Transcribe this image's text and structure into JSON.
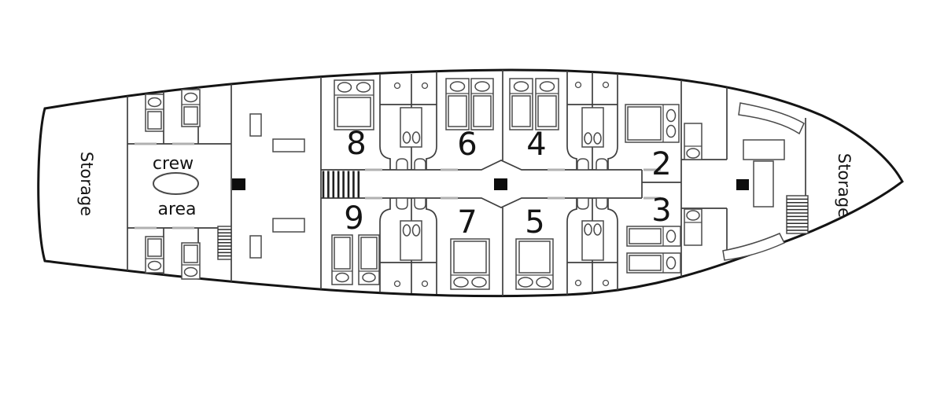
{
  "deck_plan": {
    "type": "yacht-lower-deck-floor-plan",
    "labels": {
      "storage_stern": "Storage",
      "storage_bow": "Storage",
      "crew_line1": "crew",
      "crew_line2": "area"
    },
    "cabins": [
      {
        "number": "2"
      },
      {
        "number": "3"
      },
      {
        "number": "4"
      },
      {
        "number": "5"
      },
      {
        "number": "6"
      },
      {
        "number": "7"
      },
      {
        "number": "8"
      },
      {
        "number": "9"
      }
    ],
    "features": {
      "masts": 3,
      "ladders": 2,
      "stairs": 1,
      "crew_bunks": 4,
      "bathroom_strips": 2
    }
  },
  "colors": {
    "hull": "#141414",
    "wall": "#3f3f3f",
    "mast_marker": "#0d0d0d",
    "door_threshold": "#b0b0b0",
    "background": "#ffffff",
    "text": "#141414"
  }
}
